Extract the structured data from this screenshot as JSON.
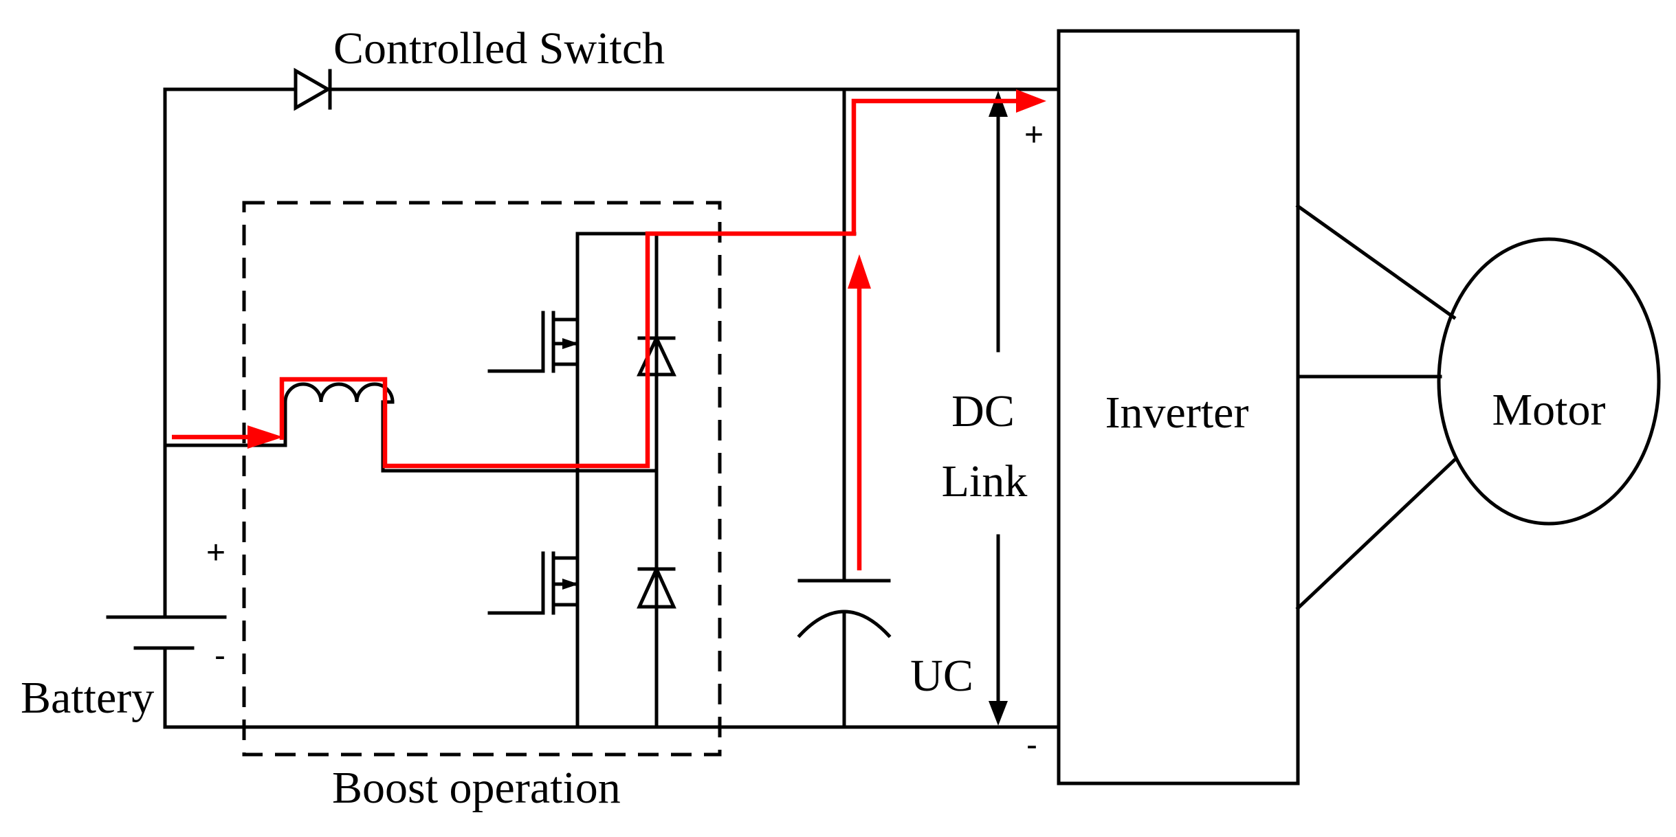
{
  "labels": {
    "controlled_switch": "Controlled Switch",
    "boost_operation": "Boost operation",
    "battery": "Battery",
    "dc_link_line1": "DC",
    "dc_link_line2": "Link",
    "uc": "UC",
    "inverter": "Inverter",
    "motor": "Motor"
  },
  "polarity": {
    "battery_plus": "+",
    "battery_minus": "-",
    "link_plus": "+",
    "link_minus": "-"
  },
  "colors": {
    "wire": "#000000",
    "current_path": "#ff0000",
    "background": "#ffffff"
  }
}
